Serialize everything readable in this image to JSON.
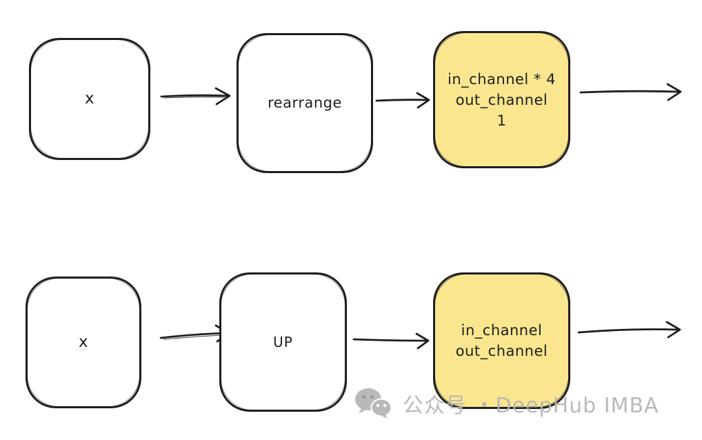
{
  "diagram": {
    "row1": {
      "box_x": {
        "label": "x"
      },
      "box_rearrange": {
        "label": "rearrange"
      },
      "box_params": {
        "line1": "in_channel * 4",
        "line2": "out_channel",
        "line3": "1"
      }
    },
    "row2": {
      "box_x": {
        "label": "x"
      },
      "box_up": {
        "label": "UP"
      },
      "box_params": {
        "line1": "in_channel",
        "line2": "out_channel"
      }
    }
  },
  "watermark": {
    "icon": "wechat-icon",
    "text": "公众号 ・DeepHub IMBA"
  },
  "colors": {
    "stroke": "#1e1e1e",
    "highlight_fill": "#fbe690",
    "watermark_gray": "#b4b4b4",
    "background": "#ffffff"
  }
}
